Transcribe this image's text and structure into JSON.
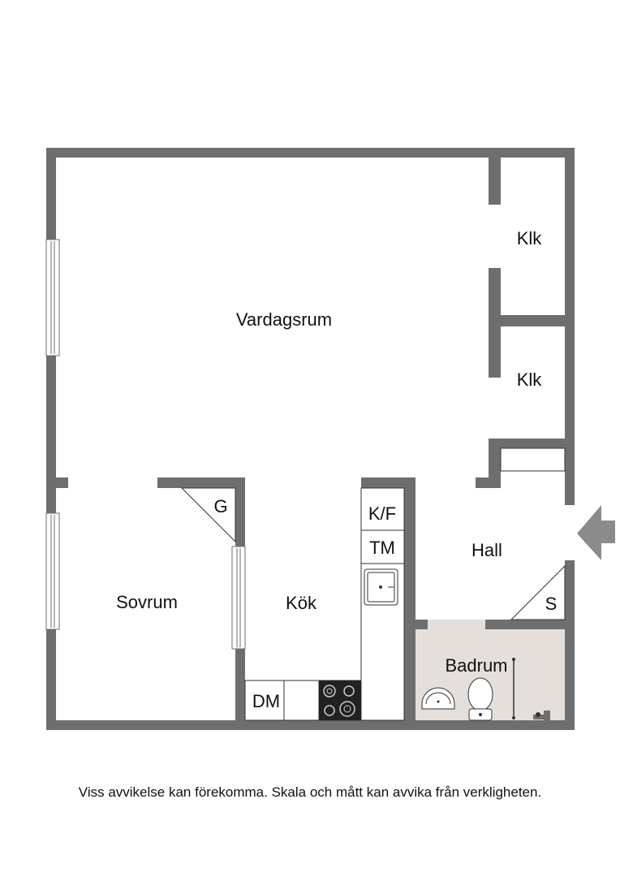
{
  "rooms": {
    "vardagsrum": "Vardagsrum",
    "klk_upper": "Klk",
    "klk_lower": "Klk",
    "sovrum": "Sovrum",
    "kok": "Kök",
    "hall": "Hall",
    "badrum": "Badrum"
  },
  "fixtures": {
    "g": "G",
    "kf": "K/F",
    "tm": "TM",
    "dm": "DM",
    "s": "S"
  },
  "disclaimer": "Viss avvikelse kan förekomma. Skala och mått kan avvika från verkligheten.",
  "colors": {
    "wall": "#6d6e70",
    "bathroom_floor": "#e4dfda",
    "entrance_arrow": "#8a8b8d"
  }
}
